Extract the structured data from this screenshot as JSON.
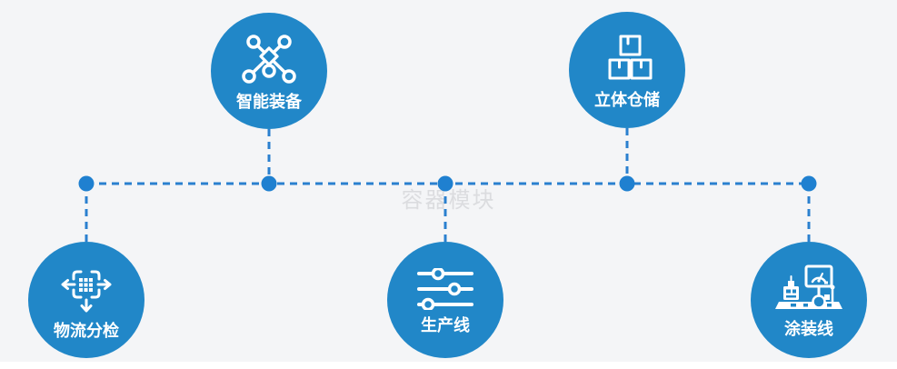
{
  "watermark": "容器模块",
  "nodes": [
    {
      "label": "智能装备",
      "icon": "network-nodes-icon"
    },
    {
      "label": "立体仓储",
      "icon": "warehouse-boxes-icon"
    },
    {
      "label": "物流分检",
      "icon": "sorting-distribution-icon"
    },
    {
      "label": "生产线",
      "icon": "sliders-icon"
    },
    {
      "label": "涂装线",
      "icon": "machinery-monitor-icon"
    }
  ],
  "colors": {
    "circle_blue": "#2187c8",
    "connector_blue": "#2a80cf",
    "dot_blue": "#1f80d0",
    "background": "#f4f5f7",
    "watermark_gray": "#dbdcdf",
    "icon_white": "#ffffff"
  }
}
